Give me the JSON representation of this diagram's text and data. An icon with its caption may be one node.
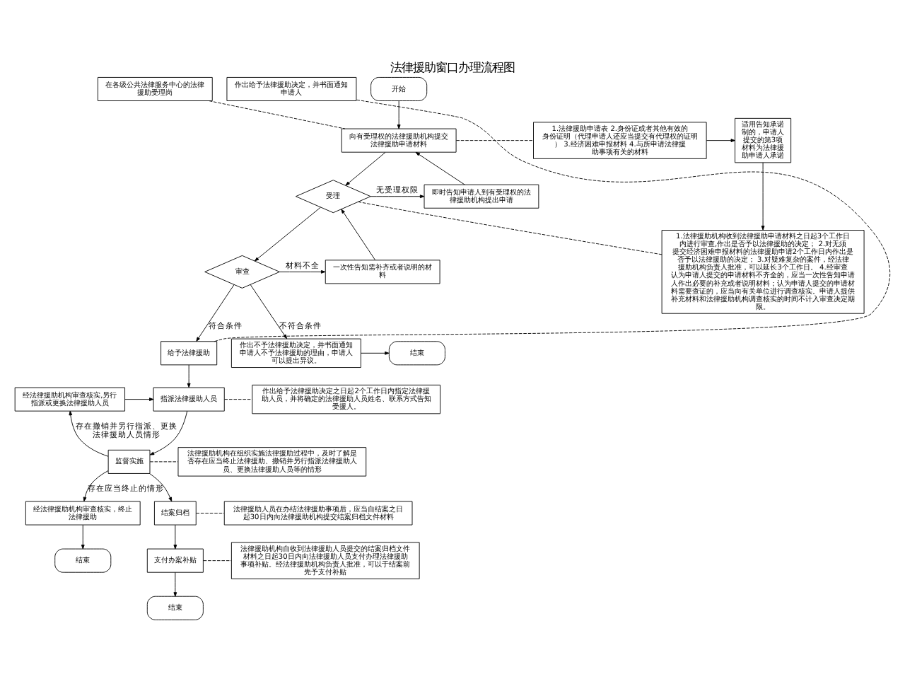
{
  "diagram": {
    "title": "法律援助窗口办理流程图",
    "nodes": [
      {
        "text": [
          "在各级公共法律服务中心的法律援助受理岗"
        ]
      },
      {
        "text": [
          "开始"
        ]
      },
      {
        "text": [
          "向有受理权的法律援助机构提交法律援助申请材料"
        ]
      },
      {
        "text": [
          "1.法律援助申请表 2.身份证或者其他有效的身份证明（代理申请人还应当提交有代理权的证明） 3.经济困难申报材料 4.与所申请法律援助事项有关的材料"
        ]
      },
      {
        "text": [
          "适用告知承诺制的，申请人提交的第3项材料为法律援助申请人承诺"
        ]
      },
      {
        "text": [
          "即时告知申请人到有受理权的法律援助机构提出申请"
        ]
      },
      {
        "text": [
          "受理"
        ]
      },
      {
        "text": [
          "一次性告知需补齐或者说明的材料"
        ]
      },
      {
        "text": [
          "审查"
        ]
      },
      {
        "text": [
          "1.法律援助机构收到法律援助申请材料之日起3个工作日内进行审查,作出是否予以法律援助的决定； 2.对无须提交经济困难申报材料的法律援助申请2个工作日内作出是否予以法律援助的决定； 3.对疑难复杂的案件，经法律援助机构负责人批准，可以延长3个工作日。 4.经审查认为申请人提交的申请材料不齐全的，应当一次性告知申请人作出必要的补充或者说明材料；认为申请人提交的申请材料需要查证的，应当向有关单位进行调查核实。申请人提供补充材料和法律援助机构调查核实的时间不计入审查决定期限。"
        ]
      },
      {
        "text": [
          "作出不予法律援助决定，并书面通知申请人不予法律援助的理由，申请人可以提出异议。"
        ]
      },
      {
        "text": [
          "结束"
        ]
      },
      {
        "text": [
          "给予法律援助"
        ]
      },
      {
        "text": [
          "作出给予法律援助决定，并书面通知申请人"
        ]
      },
      {
        "text": [
          "经法律援助机构审查核实,另行指派或更换法律援助人员"
        ]
      },
      {
        "text": [
          "指派法律援助人员"
        ]
      },
      {
        "text": [
          "监督实施"
        ]
      },
      {
        "text": [
          "经法律援助机构审查核实，终止法律援助"
        ]
      },
      {
        "text": [
          "结束"
        ]
      },
      {
        "text": [
          "结案归档"
        ]
      },
      {
        "text": [
          "支付办案补贴"
        ]
      },
      {
        "text": [
          "结束"
        ]
      },
      {
        "text": [
          "作出给予法律援助决定之日起2个工作日内指定法律援助人员，并将确定的法律援助人员姓名、联系方式告知受援人。"
        ]
      },
      {
        "text": [
          "法律援助机构在组织实施法律援助过程中，及时了解是否存在应当终止法律援助、撤销并另行指派法律援助人员、更换法律援助人员等的情形"
        ]
      },
      {
        "text": [
          "法律援助人员在办结法律援助事项后，应当自结案之日起30日内向法律援助机构提交结案归档文件材料"
        ]
      },
      {
        "text": [
          "法律援助机构自收到法律援助人员提交的结案归档文件材料之日起30日内向法律援助人员支付办理法律援助事项补贴。经法律援助机构负责人批准，可以于结案前先予支付补贴"
        ]
      }
    ],
    "edges": [
      {
        "from": 1,
        "to": 2,
        "arrow": "to"
      },
      {
        "from": 0,
        "to": 2,
        "arrow": "none",
        "style": "dashed"
      },
      {
        "from": 2,
        "to": 3,
        "arrow": "none",
        "style": "dashed"
      },
      {
        "from": 3,
        "to": 4,
        "arrow": "to"
      },
      {
        "from": 4,
        "to": 9,
        "arrow": "to"
      },
      {
        "from": 2,
        "to": 6,
        "arrow": "to"
      },
      {
        "from": 6,
        "to": 5,
        "arrow": "to",
        "label": "无受理权限"
      },
      {
        "from": 5,
        "to": 2,
        "arrow": "to"
      },
      {
        "from": 7,
        "to": 6,
        "arrow": "to"
      },
      {
        "from": 6,
        "to": 8,
        "arrow": "to"
      },
      {
        "from": 8,
        "to": 7,
        "arrow": "to",
        "label": "材料不全"
      },
      {
        "from": 6,
        "to": 9,
        "arrow": "none",
        "style": "dashed"
      },
      {
        "from": 8,
        "to": 10,
        "arrow": "to",
        "label": "不符合条件"
      },
      {
        "from": 10,
        "to": 11,
        "arrow": "to"
      },
      {
        "from": 8,
        "to": 12,
        "arrow": "to",
        "label": "符合条件"
      },
      {
        "from": 12,
        "to": 13,
        "arrow": "none",
        "style": "dashed"
      },
      {
        "from": 12,
        "to": 15,
        "arrow": "to"
      },
      {
        "from": 14,
        "to": 15,
        "arrow": "to"
      },
      {
        "from": 16,
        "to": 14,
        "arrow": "to",
        "label": "存在撤销并另行指派、更换法律援助人员情形"
      },
      {
        "from": 16,
        "to": 17,
        "arrow": "to",
        "label": "存在应当终止的情形"
      },
      {
        "from": 17,
        "to": 18,
        "arrow": "to"
      },
      {
        "from": 15,
        "to": 16,
        "arrow": "to"
      },
      {
        "from": 16,
        "to": 19,
        "arrow": "to"
      },
      {
        "from": 19,
        "to": 20,
        "arrow": "to"
      },
      {
        "from": 20,
        "to": 21,
        "arrow": "to"
      },
      {
        "from": 15,
        "to": 22,
        "arrow": "none",
        "style": "dashed"
      },
      {
        "from": 16,
        "to": 23,
        "arrow": "none",
        "style": "dashed"
      },
      {
        "from": 19,
        "to": 24,
        "arrow": "none",
        "style": "dashed"
      },
      {
        "from": 20,
        "to": 25,
        "arrow": "none",
        "style": "dashed"
      }
    ]
  }
}
